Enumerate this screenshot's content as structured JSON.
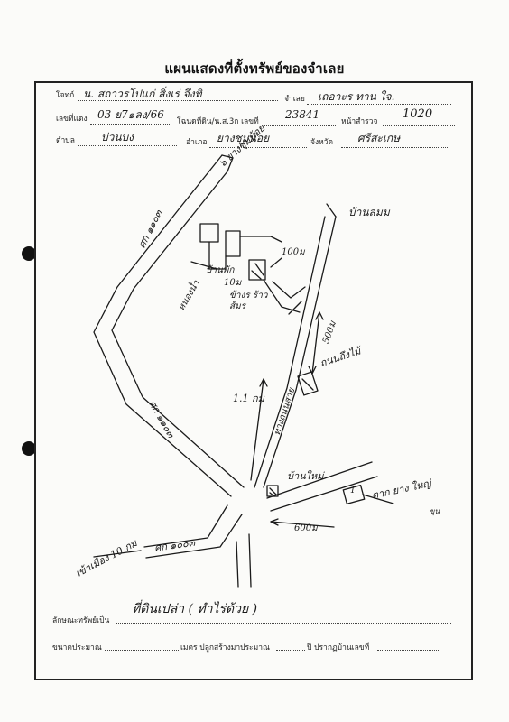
{
  "title": "แผนแสดงที่ตั้งทรัพย์ของจำเลย",
  "form": {
    "plaintiff_label": "โจทก์",
    "plaintiff_value": "น. สถาวรโปแก่ สิ่งเร่ จึงทิ",
    "defendant_label": "จำเลย",
    "defendant_value": "เถอาะร ทาน ใจ.",
    "deed_label": "เลขที่แดง",
    "deed_value": "03 ย7๑ลง/66",
    "land_no_label": "โฉนดที่ดิน/น.ส.3ก เลขที่",
    "land_no_value": "23841",
    "page_label": "หน้าสำรวจ",
    "page_value": "1020",
    "subdistrict_label": "ตำบล",
    "subdistrict_value": "บ่วนบง",
    "district_label": "อำเภอ",
    "district_value": "ยางชุมน้อย",
    "province_label": "จังหวัด",
    "province_value": "ศรีสะเกษ"
  },
  "map_labels": {
    "road_top": "๖ ยางชุมน้อย",
    "road_left": "ศก ๑๑๐๓",
    "village_right": "บ้านลมม",
    "dist_100": "100ม",
    "house": "บ้านพัก",
    "dist_10": "10ม",
    "owner": "ข้างร ร้าวส้มร",
    "dist_500": "500ม",
    "school": "ถนนถึงไม้",
    "dist_11km": "1.1 กม",
    "road_mid": "ทางถนนสาย",
    "road_left_lower": "ศก ๑๑๐๓",
    "ban_mai": "บ้านใหม่",
    "left_way": "เข้าเมือง 10 กม",
    "road_bottom": "ศก ๑๐๐๓",
    "dist_600": "600ม",
    "right_way": "ตาก ยาง ใหญ่",
    "right_way_note": "ขุน",
    "house_no": "1",
    "note_left": "หนองน้ำ"
  },
  "bottom": {
    "property_label": "ลักษณะทรัพย์เป็น",
    "property_value": "ที่ดินเปล่า ( ทำไร่ด้วย )",
    "size_label": "ขนาดประมาณ",
    "size_mid": "เมตร ปลูกสร้างมาประมาณ",
    "size_end": "ปี ปรากฏบ้านเลขที่"
  }
}
